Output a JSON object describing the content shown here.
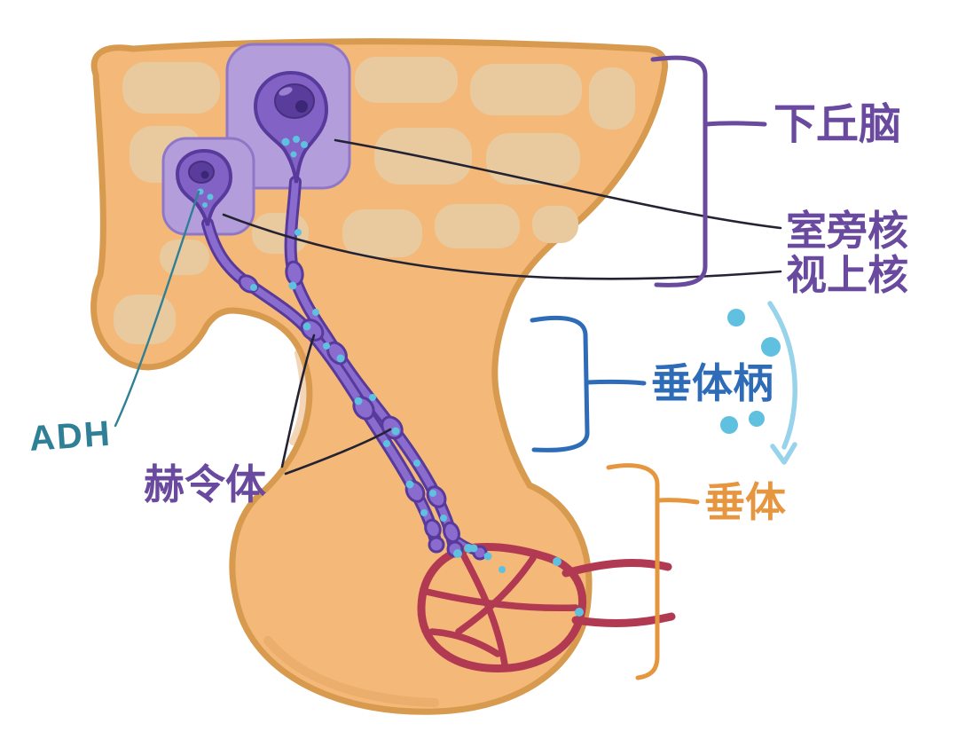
{
  "labels": {
    "hypothalamus": "下丘脑",
    "paraventricular_nucleus": "室旁核",
    "supraoptic_nucleus": "视上核",
    "pituitary_stalk": "垂体柄",
    "pituitary": "垂体",
    "herring_bodies": "赫令体",
    "adh": "ADH"
  },
  "colors": {
    "background": "#ffffff",
    "tissue_fill": "#f4b878",
    "tissue_outline": "#d79a4f",
    "tissue_patch": "#e9c99e",
    "nucleus_region_fill": "#b49ddb",
    "nucleus_region_outline": "#8f77c8",
    "neuron_fill": "#8262c4",
    "neuron_outline": "#573a9c",
    "neuron_nucleus": "#5a3c9c",
    "axon": "#8a6bce",
    "vesicle_dot": "#5fc0e0",
    "capillary": "#b13a52",
    "hypothalamus_label": "#6a4a9e",
    "stalk_label": "#2e6cb8",
    "pituitary_label": "#e6963f",
    "adh_label": "#2f7f96",
    "pointer_line": "#232333",
    "secretion_arrow": "#97d3ea"
  }
}
